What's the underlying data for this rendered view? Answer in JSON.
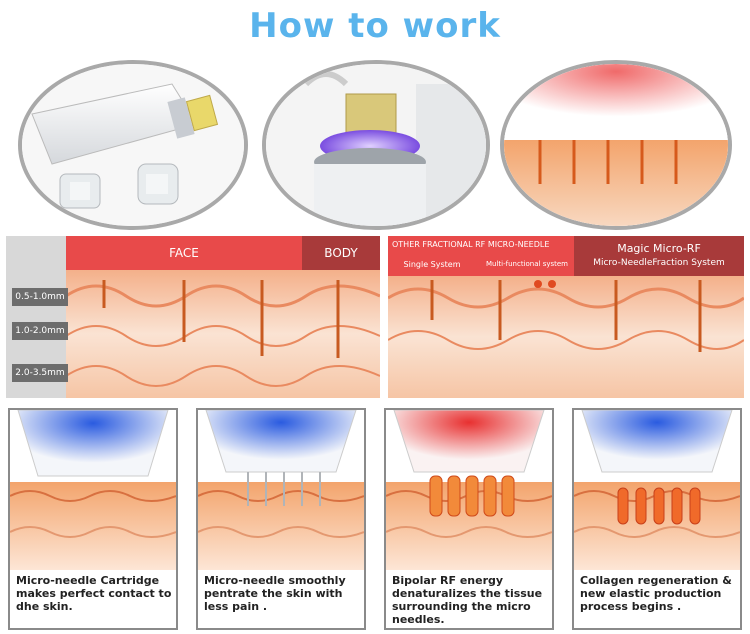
{
  "title": "How to work",
  "comparison": {
    "left_header": {
      "face": "FACE",
      "body": "BODY"
    },
    "depth_labels": [
      "0.5-1.0mm",
      "1.0-2.0mm",
      "2.0-3.5mm"
    ],
    "right_header": {
      "other_title": "OTHER FRACTIONAL RF MICRO-NEEDLE",
      "single": "Single System",
      "multi": "Multi-functional system",
      "magic_title": "Magic Micro-RF",
      "magic_sub": "Micro-NeedleFraction System"
    }
  },
  "steps": [
    {
      "text": "Micro-needle Cartridge makes perfect contact to dhe skin."
    },
    {
      "text": "Micro-needle smoothly pentrate the skin with less pain ."
    },
    {
      "text": "Bipolar RF energy denaturalizes the tissue surrounding the micro needles."
    },
    {
      "text": "Collagen regeneration & new elastic production process begins ."
    }
  ],
  "colors": {
    "title": "#5ab4ec",
    "header_red": "#e84a4a",
    "header_dark_red": "#a83a3a",
    "depth_label": "#6d6d6d",
    "skin_orange": "#f0a070"
  }
}
